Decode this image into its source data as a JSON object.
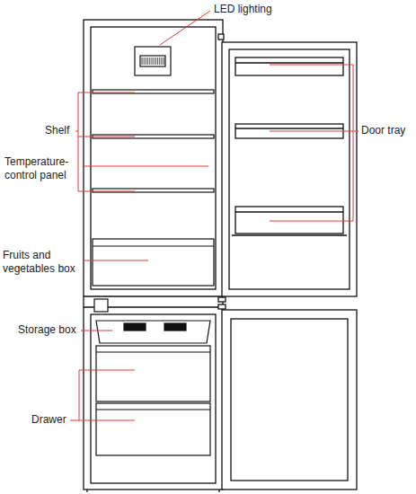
{
  "diagram": {
    "labels": [
      "LED lighting",
      "Shelf",
      "Temperature- control panel",
      "Door tray",
      "Fruits and vegetables box",
      "Storage box",
      "Drawer"
    ]
  }
}
